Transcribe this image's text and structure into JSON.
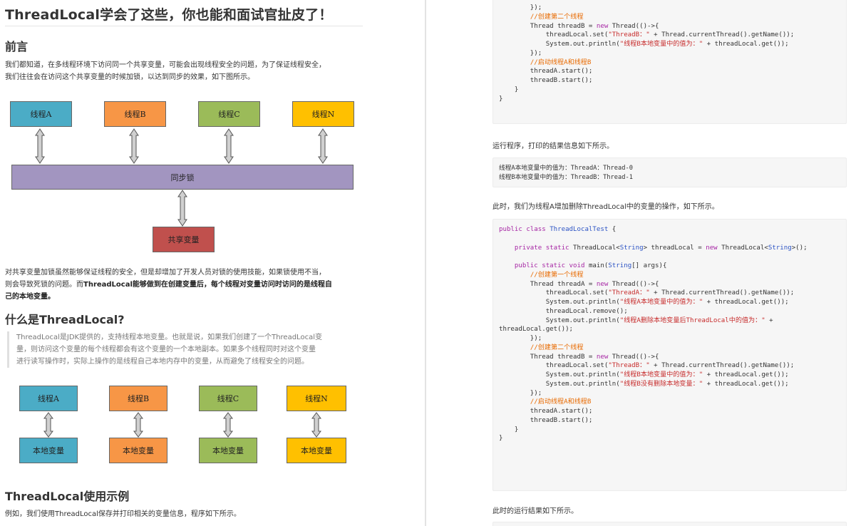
{
  "left": {
    "title": "ThreadLocal学会了这些，你也能和面试官扯皮了！",
    "sections": {
      "preface": "前言",
      "what": "什么是ThreadLocal?",
      "example": "ThreadLocal使用示例"
    },
    "para1_line1": "我们都知道，在多线程环境下访问同一个共享变量，可能会出现线程安全的问题，为了保证线程安全，",
    "para1_line2": "我们往往会在访问这个共享变量的时候加锁，以达到同步的效果，如下图所示。",
    "para2_line1": "对共享变量加锁虽然能够保证线程的安全，但是却增加了开发人员对锁的使用技能，如果锁使用不当，",
    "para2_line2_plain": "则会导致死锁的问题。而",
    "para2_line2_bold": "ThreadLocal能够做到在创建变量后，每个线程对变量访问时访问的是线程自",
    "para2_line3_bold": "己的本地变量。",
    "quote_line1": "ThreadLocal是JDK提供的，支持线程本地变量。也就是说，如果我们创建了一个ThreadLocal变",
    "quote_line2": "量，则访问这个变量的每个线程都会有这个变量的一个本地副本。如果多个线程同时对这个变量",
    "quote_line3": "进行读写操作时，实际上操作的是线程自己本地内存中的变量，从而避免了线程安全的问题。",
    "para3": "例如，我们使用ThreadLocal保存并打印相关的变量信息，程序如下所示。",
    "diagram1": {
      "threads": [
        "线程A",
        "线程B",
        "线程C",
        "线程N"
      ],
      "lock": "同步锁",
      "shared": "共享变量"
    },
    "diagram2": {
      "threads": [
        "线程A",
        "线程B",
        "线程C",
        "线程N"
      ],
      "local": "本地变量"
    }
  },
  "right": {
    "text_run": "运行程序，打印的结果信息如下所示。",
    "output1_line1": "线程A本地变量中的值为：ThreadA：Thread-0",
    "output1_line2": "线程B本地变量中的值为：ThreadB：Thread-1",
    "text_remove": "此时，我们为线程A增加删除ThreadLocal中的变量的操作，如下所示。",
    "text_result": "此时的运行结果如下所示。"
  },
  "colors": {
    "threadA": "#4bacc6",
    "threadB": "#f79646",
    "threadC": "#9bbb59",
    "threadN": "#ffc000",
    "lock": "#a295c0",
    "shared": "#c0504d",
    "arrow": "#d0d0d0"
  }
}
